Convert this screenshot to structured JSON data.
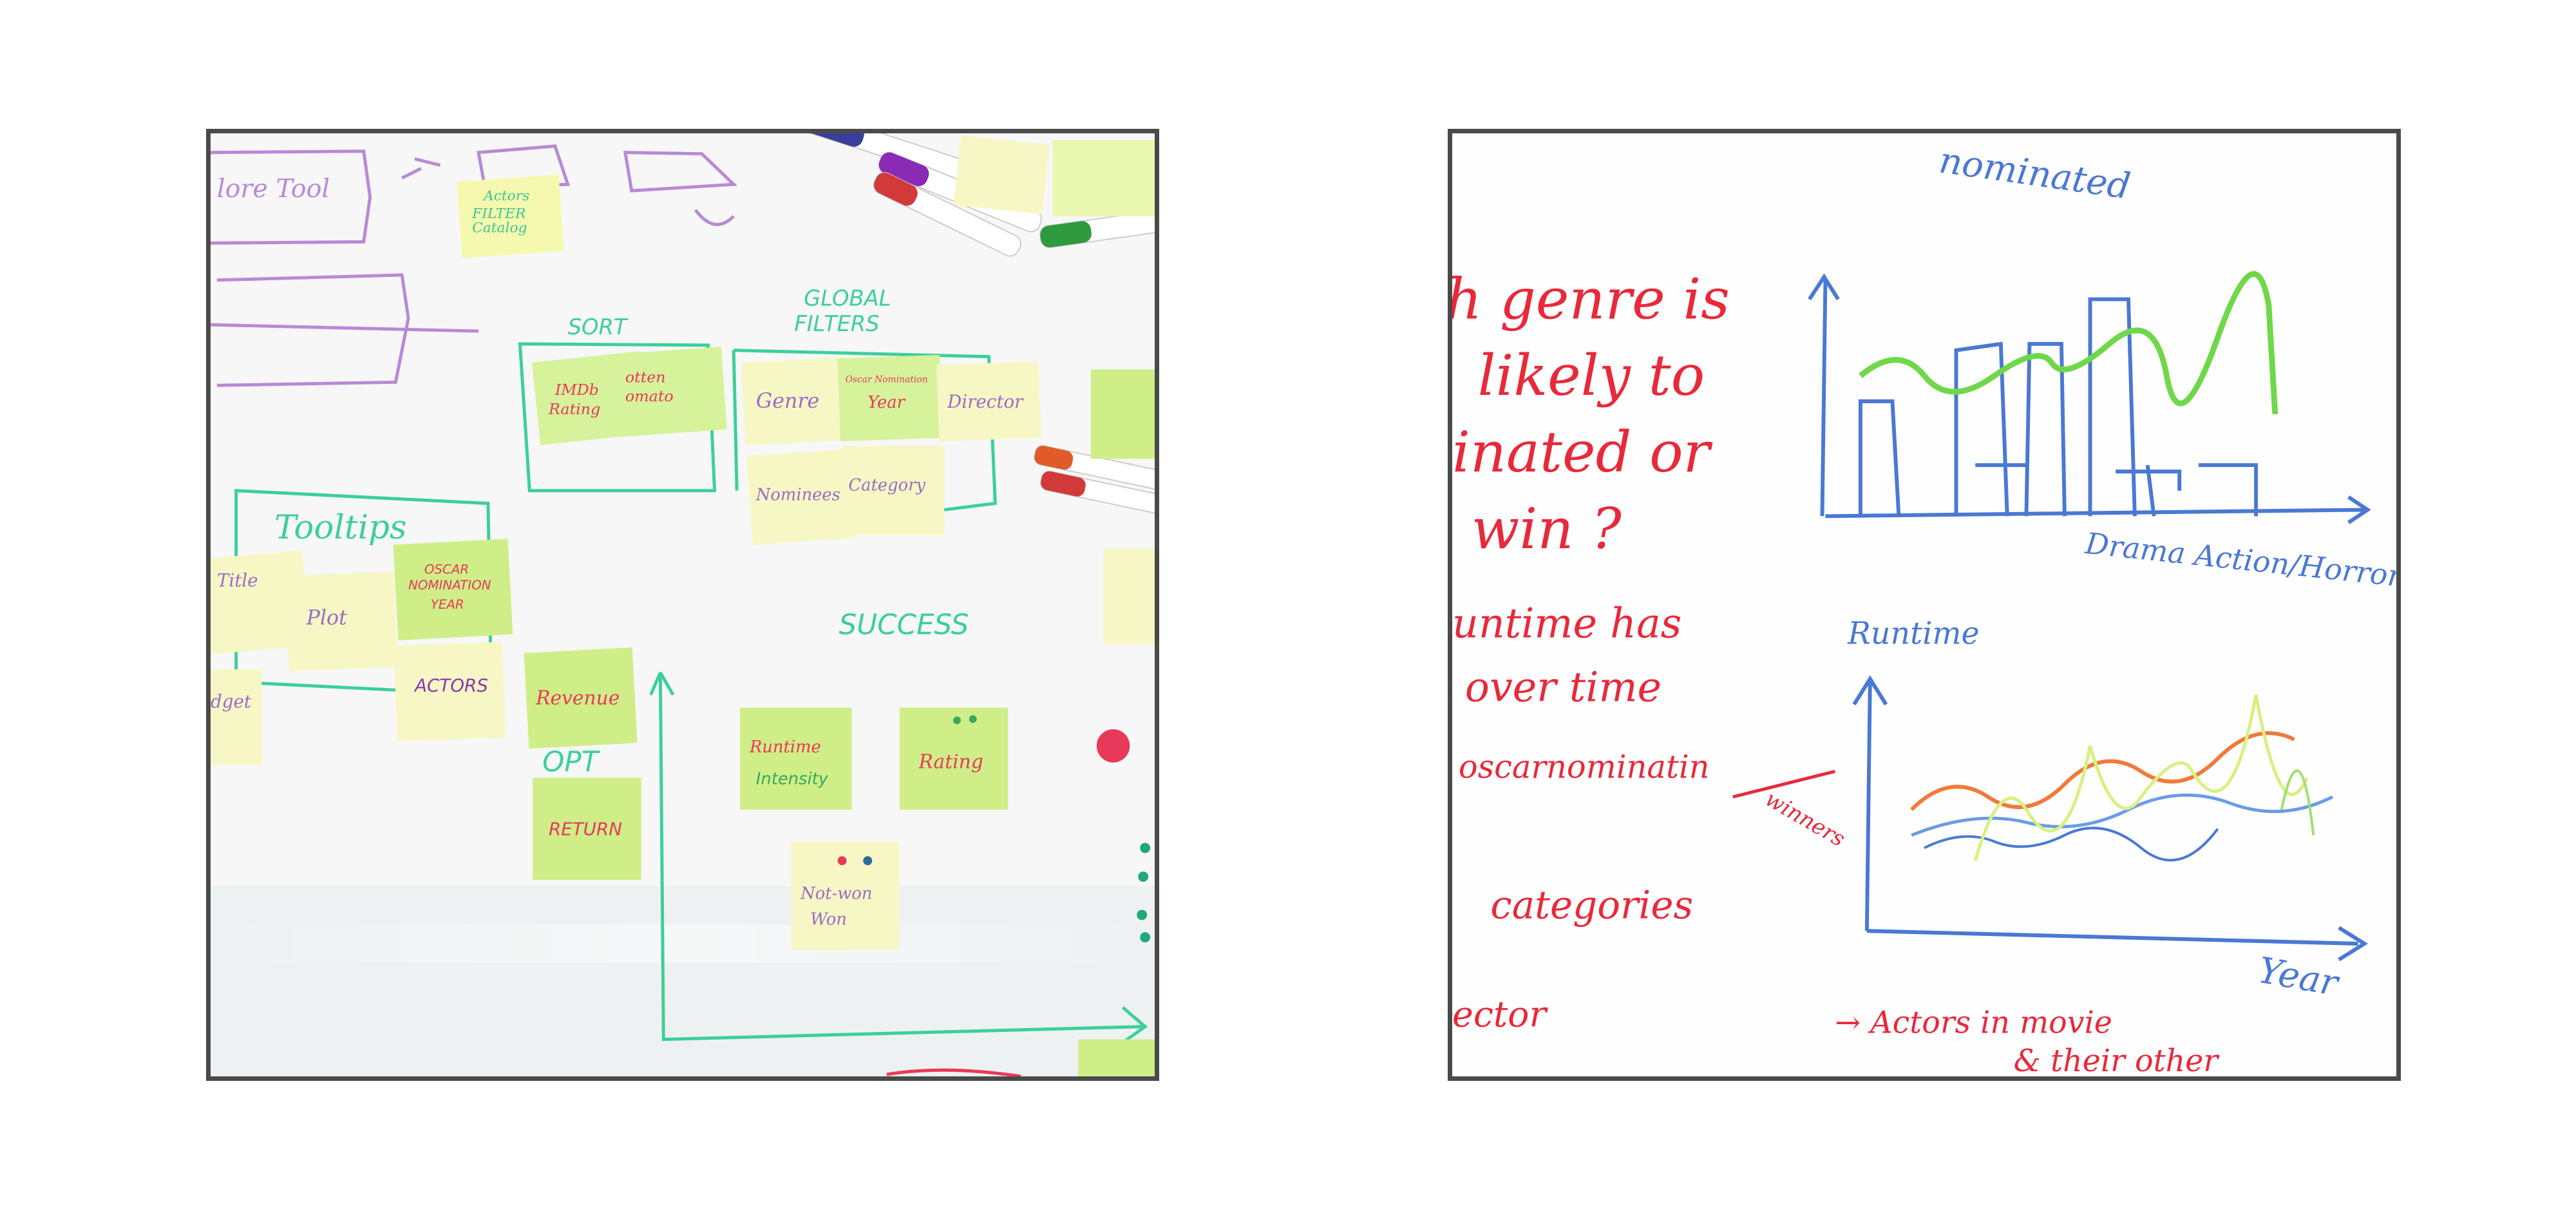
{
  "left_photo": {
    "board_titles": {
      "explore_tool": "lore Tool",
      "sort": "SORT",
      "global_filters": "GLOBAL\nFILTERS",
      "tooltips": "Tooltips",
      "success": "SUCCESS",
      "opt": "OPT"
    },
    "notes": {
      "actors_filter": "Actors\nFILTER\nCatalog",
      "imdb_rating": "IMDb\nRating",
      "rotten_tomato": "otten\nomato",
      "genre": "Genre",
      "nomination_year": "Oscar Nomination\nYear",
      "director": "Director",
      "nominees": "Nominees",
      "category": "Category",
      "title": "Title",
      "plot": "Plot",
      "oscar_nomination_year": "OSCAR\nNOMINATION\nYEAR",
      "actors": "ACTORS",
      "budget": "dget",
      "revenue": "Revenue",
      "return": "RETURN",
      "runtime_intensity": "Runtime\nIntensity",
      "rating": "Rating",
      "not_won_won": "Not-won\nWon"
    },
    "colors": {
      "marker_green": "#3ccf9a",
      "marker_purple": "#b889d6",
      "note_green": "#d6f29a",
      "note_yellow": "#f7f7c6",
      "marker_red": "#e8395a"
    }
  },
  "right_photo": {
    "text_red": [
      "h genre is",
      "likely to",
      "inated or",
      "win ?",
      "untime has",
      "over time",
      "oscarnominatin",
      "categories",
      "ector"
    ],
    "side_note": "winners",
    "blue_labels": {
      "top_title": "nominated",
      "genre_axis": "Drama  Action/Horror",
      "runtime_axis": "Runtime",
      "year_axis": "Year"
    },
    "bottom_note": [
      "→ Actors in movie",
      "& their other"
    ],
    "colors": {
      "marker_red": "#e8293a",
      "marker_blue": "#4a78d4",
      "marker_green": "#6fd84a",
      "marker_orange": "#f07a3a"
    }
  }
}
